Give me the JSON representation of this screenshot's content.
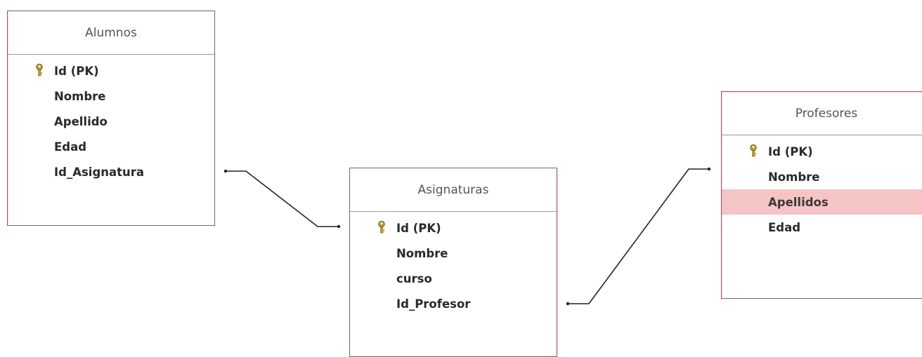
{
  "tables": {
    "alumnos": {
      "title": "Alumnos",
      "fields": [
        {
          "label": "Id (PK)",
          "primary_key": true
        },
        {
          "label": "Nombre"
        },
        {
          "label": "Apellido"
        },
        {
          "label": "Edad"
        },
        {
          "label": "Id_Asignatura"
        }
      ]
    },
    "asignaturas": {
      "title": "Asignaturas",
      "fields": [
        {
          "label": "Id (PK)",
          "primary_key": true
        },
        {
          "label": "Nombre"
        },
        {
          "label": "curso"
        },
        {
          "label": "Id_Profesor"
        }
      ]
    },
    "profesores": {
      "title": "Profesores",
      "fields": [
        {
          "label": "Id (PK)",
          "primary_key": true
        },
        {
          "label": "Nombre"
        },
        {
          "label": "Apellidos",
          "highlighted": true
        },
        {
          "label": "Edad"
        }
      ]
    }
  },
  "colors": {
    "table_border": "#b14a55",
    "highlight": "#f5c4c4",
    "key_icon": "#c9a227",
    "connector": "#222222"
  }
}
